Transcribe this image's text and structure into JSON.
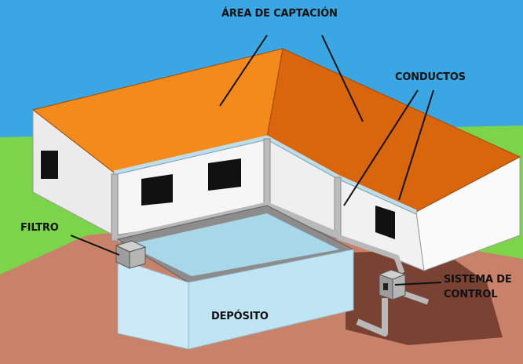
{
  "labels": {
    "captacion": "ÁREA DE CAPTACIÓN",
    "conductos": "CONDUCTOS",
    "filtro": "FILTRO",
    "deposito": "DEPÓSITO",
    "sistema_line1": "SISTEMA DE",
    "sistema_line2": "CONTROL"
  },
  "colors": {
    "sky": "#3aa7e4",
    "grass": "#7cd44a",
    "roof_light": "#f28a1c",
    "roof_dark": "#d9650c",
    "wall": "#f4f4f4",
    "soil": "#c9826a",
    "soil_dark": "#7a4233",
    "water": "#bfe5f5",
    "pipe": "#b9b9b9",
    "gutter": "#bfdde9"
  }
}
